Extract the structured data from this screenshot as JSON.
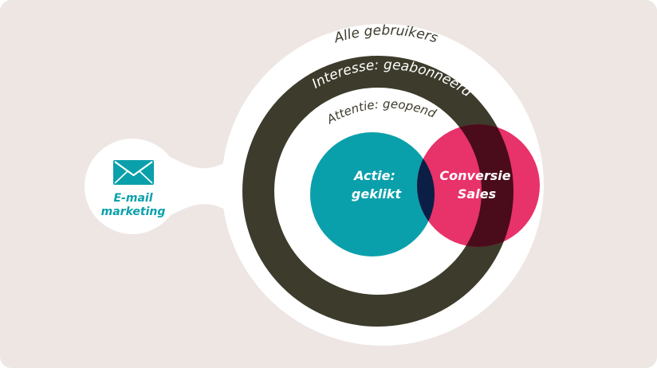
{
  "colors": {
    "background": "#ede6e3",
    "outer_disc": "#ffffff",
    "ring": "#3d3b2b",
    "action_circle": "#0aa0ab",
    "conversion_circle": "#e8326a",
    "overlap_action_conversion": "#0b1e45",
    "overlap_ring_conversion": "#4a0c1a",
    "email_accent": "#0aa0ab"
  },
  "source": {
    "icon": "envelope-icon",
    "label_line1": "E-mail",
    "label_line2": "marketing"
  },
  "levels": {
    "all_users": "Alle gebruikers",
    "interest": "Interesse: geabonneerd",
    "attention": "Attentie: geopend"
  },
  "circles": {
    "action_line1": "Actie:",
    "action_line2": "geklikt",
    "conversion_line1": "Conversie",
    "conversion_line2": "Sales"
  }
}
